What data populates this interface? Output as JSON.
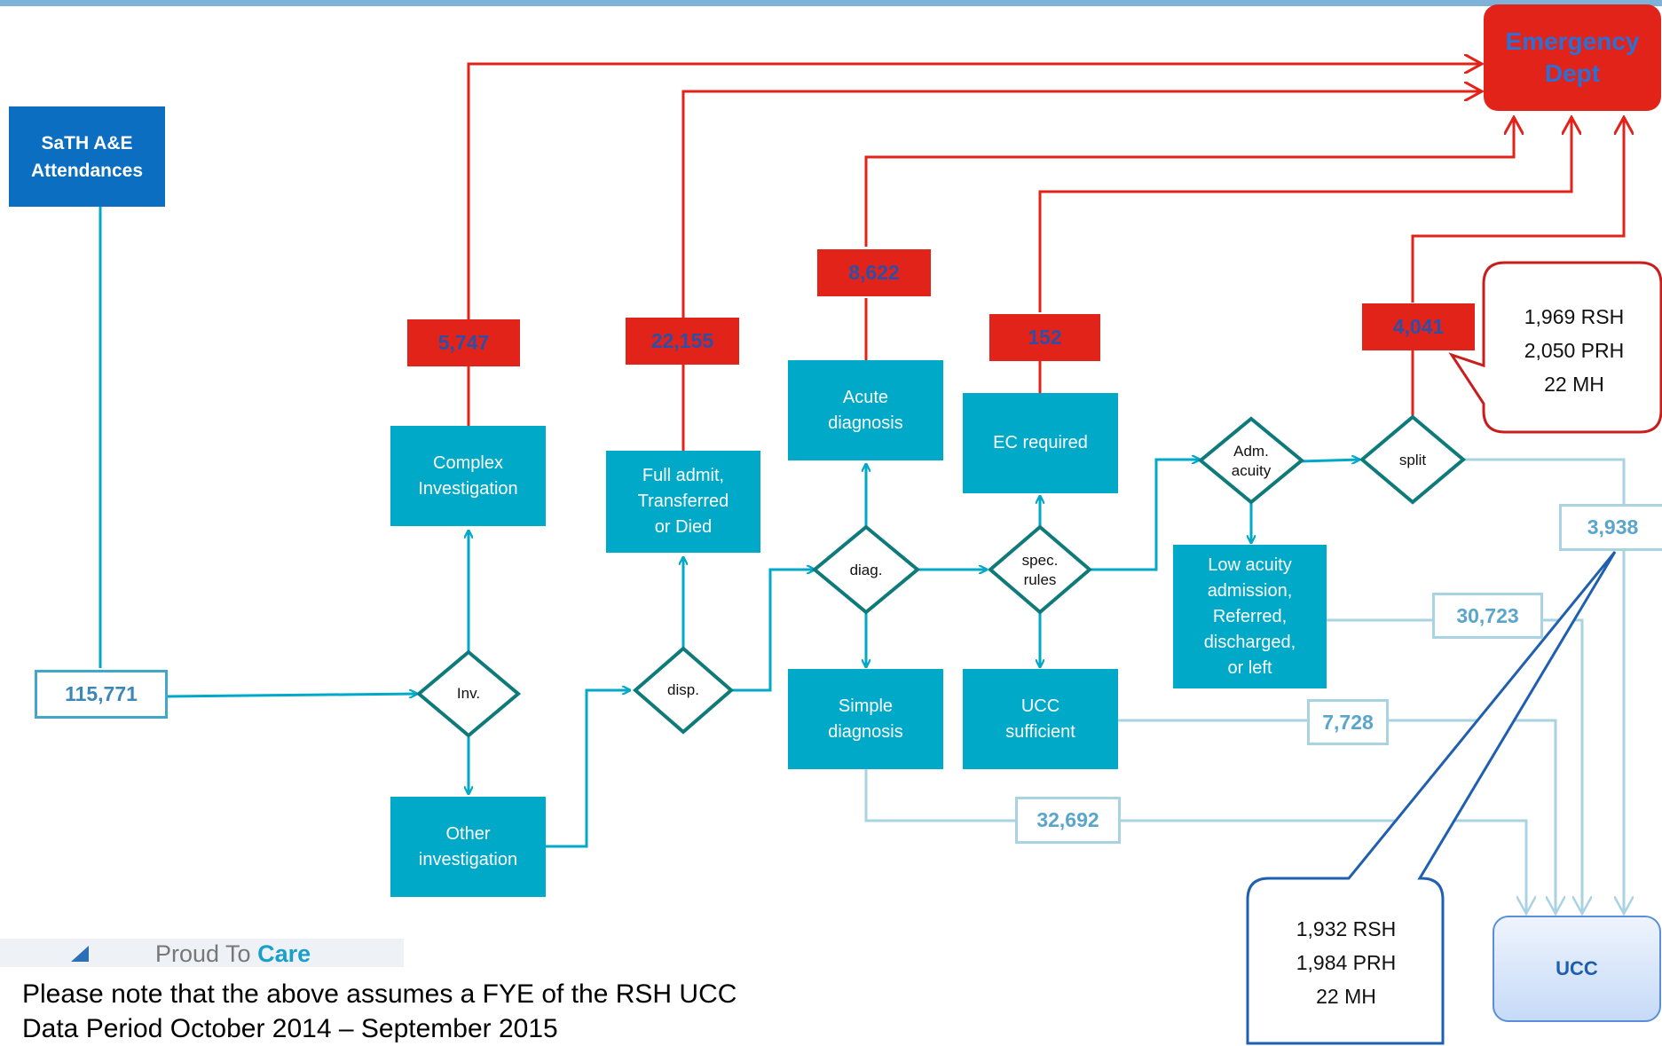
{
  "colors": {
    "teal": "#00a9c8",
    "red": "#e2231a",
    "dark_blue": "#0b6ec1",
    "light_line": "#a9d2e2"
  },
  "header": {
    "label": "SaTH A&E\nAttendances"
  },
  "total": "115,771",
  "decisions": {
    "inv": "Inv.",
    "disp": "disp.",
    "diag": "diag.",
    "spec": "spec.\nrules",
    "adm": "Adm.\nacuity",
    "split": "split"
  },
  "boxes": {
    "complex": "Complex\nInvestigation",
    "other": "Other\ninvestigation",
    "full_admit": "Full admit,\nTransferred\nor Died",
    "acute": "Acute\ndiagnosis",
    "simple": "Simple\ndiagnosis",
    "ec_required": "EC required",
    "ucc_sufficient": "UCC\nsufficient",
    "low_acuity": "Low acuity\nadmission,\nReferred,\ndischarged,\nor left"
  },
  "ed_counts": {
    "complex": "5,747",
    "full_admit": "22,155",
    "acute": "8,622",
    "ec_required": "152",
    "split": "4,041"
  },
  "ucc_counts": {
    "split": "3,938",
    "low_acuity": "30,723",
    "ucc_sufficient": "7,728",
    "simple": "32,692"
  },
  "destinations": {
    "ed": "Emergency\nDept",
    "ucc": "UCC"
  },
  "callouts": {
    "ed_split": "1,969 RSH\n2,050 PRH\n22 MH",
    "ucc_split": "1,932 RSH\n1,984 PRH\n22 MH"
  },
  "footer": {
    "tagline_prefix": "Proud To",
    "tagline_emphasis": "Care",
    "note_line1": "Please note that the above assumes a FYE of the RSH UCC",
    "note_line2": "Data Period October 2014 – September 2015"
  }
}
